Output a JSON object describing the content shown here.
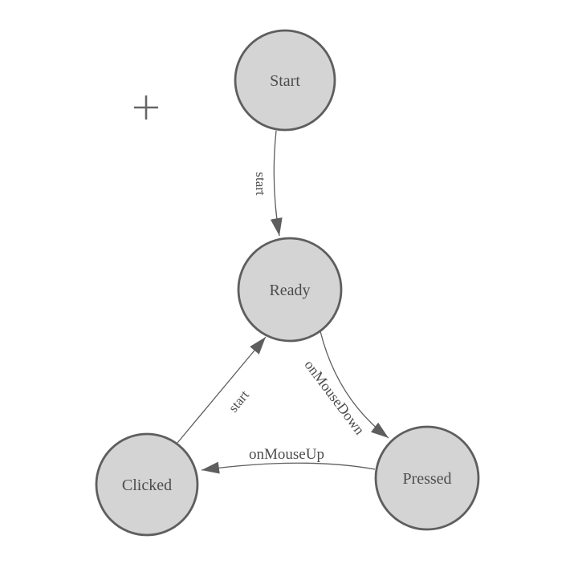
{
  "colors": {
    "background": "#ffffff",
    "node_fill": "#d4d4d4",
    "node_stroke": "#5e5e5e",
    "edge_stroke": "#5e5e5e",
    "arrowhead_fill": "#5e5e5e",
    "label_text": "#4d4d4d",
    "origin_marker": "#666666"
  },
  "icons": {
    "origin_marker": "+"
  },
  "diagram": {
    "type": "state-machine",
    "nodes": [
      {
        "id": "start",
        "label": "Start"
      },
      {
        "id": "ready",
        "label": "Ready"
      },
      {
        "id": "clicked",
        "label": "Clicked"
      },
      {
        "id": "pressed",
        "label": "Pressed"
      }
    ],
    "edges": [
      {
        "from": "Start",
        "to": "Ready",
        "label": "start"
      },
      {
        "from": "Ready",
        "to": "Pressed",
        "label": "onMouseDown"
      },
      {
        "from": "Pressed",
        "to": "Clicked",
        "label": "onMouseUp"
      },
      {
        "from": "Clicked",
        "to": "Ready",
        "label": "start"
      }
    ]
  }
}
